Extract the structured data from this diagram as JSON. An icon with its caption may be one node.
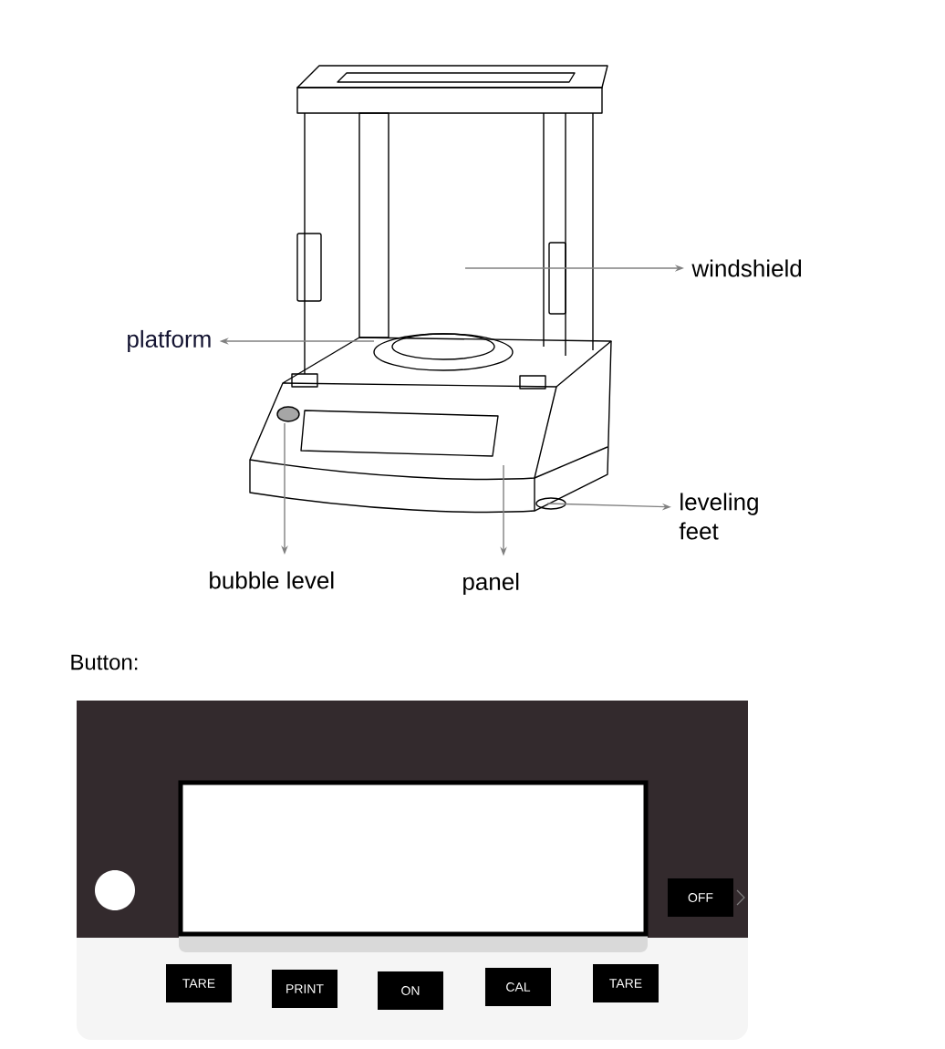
{
  "diagram": {
    "nodes": [
      {
        "text": [
          "windshield"
        ]
      },
      {
        "text": [
          "platform"
        ]
      },
      {
        "text": [
          "leveling feet"
        ]
      },
      {
        "text": [
          "bubble level"
        ]
      },
      {
        "text": [
          "panel"
        ]
      },
      {
        "text": [
          "OFF"
        ]
      },
      {
        "text": [
          "TARE"
        ]
      },
      {
        "text": [
          "PRINT"
        ]
      },
      {
        "text": [
          "ON"
        ]
      },
      {
        "text": [
          "CAL"
        ]
      },
      {
        "text": [
          "TARE"
        ]
      }
    ],
    "edges": [
      {
        "from": null,
        "to": 0,
        "arrow": "to"
      },
      {
        "from": null,
        "to": 1,
        "arrow": "to"
      },
      {
        "from": null,
        "to": 2,
        "arrow": "to"
      },
      {
        "from": null,
        "to": 3,
        "arrow": "to"
      },
      {
        "from": null,
        "to": 4,
        "arrow": "to"
      }
    ],
    "labels": [
      "Button:"
    ]
  }
}
